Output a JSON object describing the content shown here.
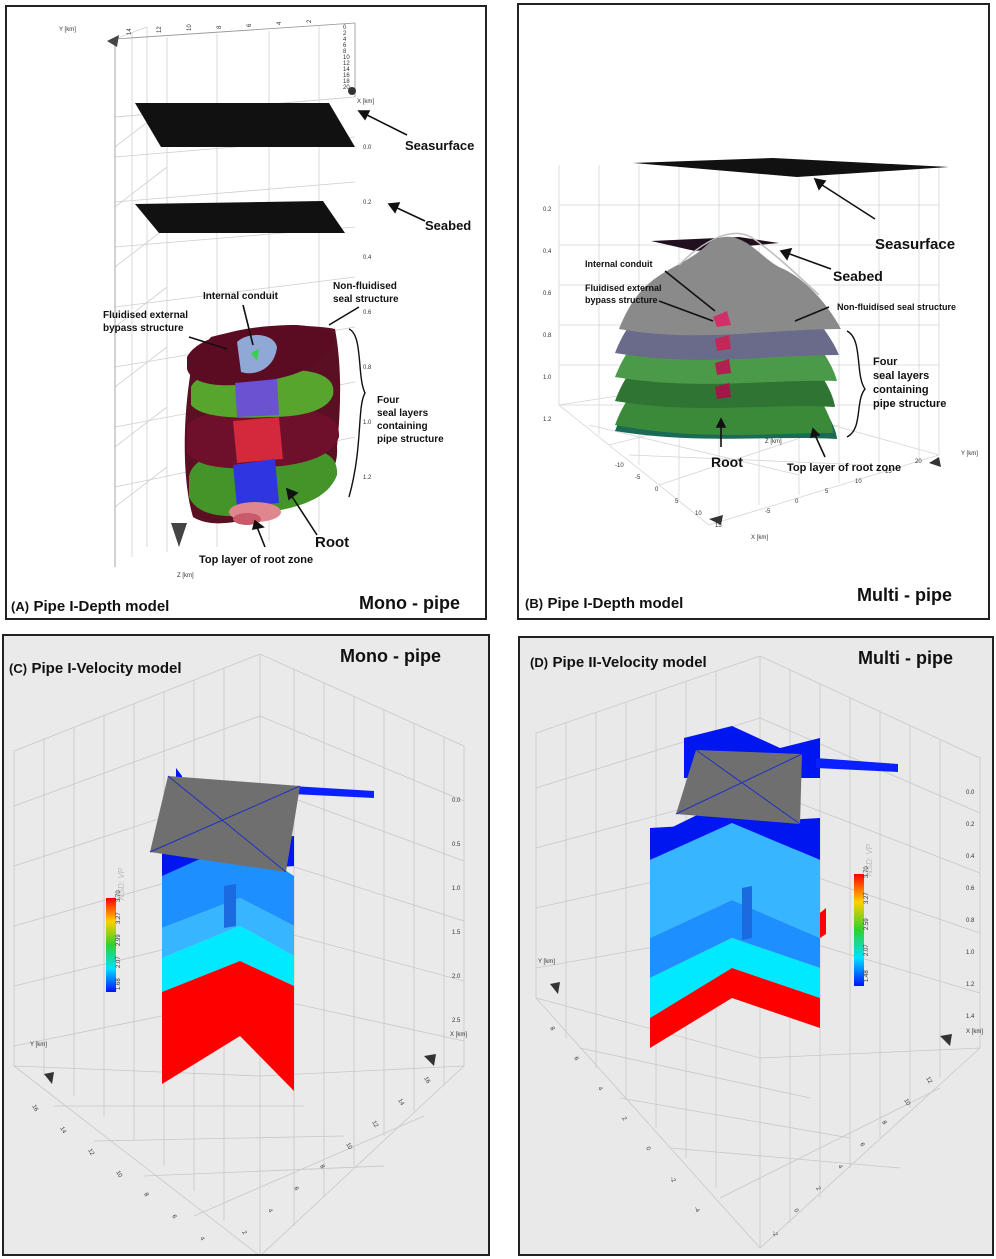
{
  "panelA": {
    "prefix": "(A)",
    "title": "Pipe I-Depth model",
    "tag": "Mono - pipe",
    "labels": {
      "seasurface": "Seasurface",
      "seabed": "Seabed",
      "internal_conduit": "Internal conduit",
      "non_fluidised_1": "Non-fluidised",
      "non_fluidised_2": "seal structure",
      "fluidised_1": "Fluidised external",
      "fluidised_2": "bypass structure",
      "four_1": "Four",
      "four_2": "seal layers",
      "four_3": "containing",
      "four_4": "pipe structure",
      "root": "Root",
      "top_root": "Top layer of root zone"
    },
    "axes": {
      "y": "Y [km]",
      "x": "X [km]",
      "z": "Z [km]"
    },
    "y_ticks": [
      "14",
      "12",
      "10",
      "8",
      "6",
      "4",
      "2"
    ],
    "x_ticks": [
      "0",
      "2",
      "4",
      "6",
      "8",
      "10",
      "12",
      "14",
      "16",
      "18",
      "20"
    ],
    "z_ticks": [
      "0.0",
      "0.2",
      "0.4",
      "0.6",
      "0.8",
      "1.0",
      "1.2"
    ]
  },
  "panelB": {
    "prefix": "(B)",
    "title": "Pipe I-Depth model",
    "tag": "Multi - pipe",
    "labels": {
      "seasurface": "Seasurface",
      "seabed": "Seabed",
      "internal_conduit": "Internal conduit",
      "fluidised_1": "Fluidised external",
      "fluidised_2": "bypass structure",
      "non_fluidised": "Non-fluidised seal structure",
      "four_1": "Four",
      "four_2": "seal layers",
      "four_3": "containing",
      "four_4": "pipe structure",
      "root": "Root",
      "top_root": "Top layer of root zone"
    },
    "axes": {
      "z": "Z [km]",
      "y": "Y [km]",
      "x": "X [km]"
    },
    "z_ticks": [
      "0.2",
      "0.4",
      "0.6",
      "0.8",
      "1.0",
      "1.2"
    ],
    "x_ticks": [
      "-10",
      "-5",
      "0",
      "5",
      "10",
      "15"
    ],
    "y_ticks": [
      "-5",
      "0",
      "5",
      "10",
      "15",
      "20"
    ]
  },
  "panelC": {
    "prefix": "(C)",
    "title": "Pipe I-Velocity model",
    "tag": "Mono - pipe",
    "colorbar_title": "NSD: VP",
    "colorbar_ticks": [
      "3.70",
      "3.27",
      "2.99",
      "2.07",
      "1.68"
    ],
    "axes": {
      "y": "Y [km]",
      "x": "X [km]"
    },
    "x_ticks": [
      "0.0",
      "0.5",
      "1.0",
      "1.5",
      "2.0",
      "2.5"
    ],
    "y_ticks": [
      "16",
      "14",
      "12",
      "10",
      "8",
      "6",
      "4",
      "2"
    ],
    "b_ticks": [
      "16",
      "14",
      "12",
      "10",
      "8",
      "6",
      "4",
      "2"
    ]
  },
  "panelD": {
    "prefix": "(D)",
    "title": "Pipe II-Velocity model",
    "tag": "Multi - pipe",
    "colorbar_title": "NSD: VP",
    "colorbar_ticks": [
      "3.70",
      "3.27",
      "2.59",
      "2.07",
      "1.48"
    ],
    "axes": {
      "y": "Y [km]",
      "x": "X [km]"
    },
    "x_ticks": [
      "0.0",
      "0.2",
      "0.4",
      "0.6",
      "0.8",
      "1.0",
      "1.2",
      "1.4"
    ],
    "y_ticks": [
      "8",
      "6",
      "4",
      "2",
      "0",
      "-2",
      "-4"
    ],
    "b_ticks": [
      "12",
      "10",
      "8",
      "6",
      "4",
      "2",
      "0",
      "-2"
    ]
  },
  "colors": {
    "water_plane": "#111111",
    "seal_dark_red": "#6b0d2a",
    "seal_green": "#4f9b2a",
    "conduit_blue": "#3a3ad8",
    "conduit_red": "#d8283a",
    "vel_dark_blue": "#0016f0",
    "vel_mid_blue": "#1e8fff",
    "vel_light_blue": "#37b6ff",
    "vel_cyan": "#00e9ff",
    "vel_red": "#ff0000",
    "plane_gray": "#6f6f6f"
  }
}
